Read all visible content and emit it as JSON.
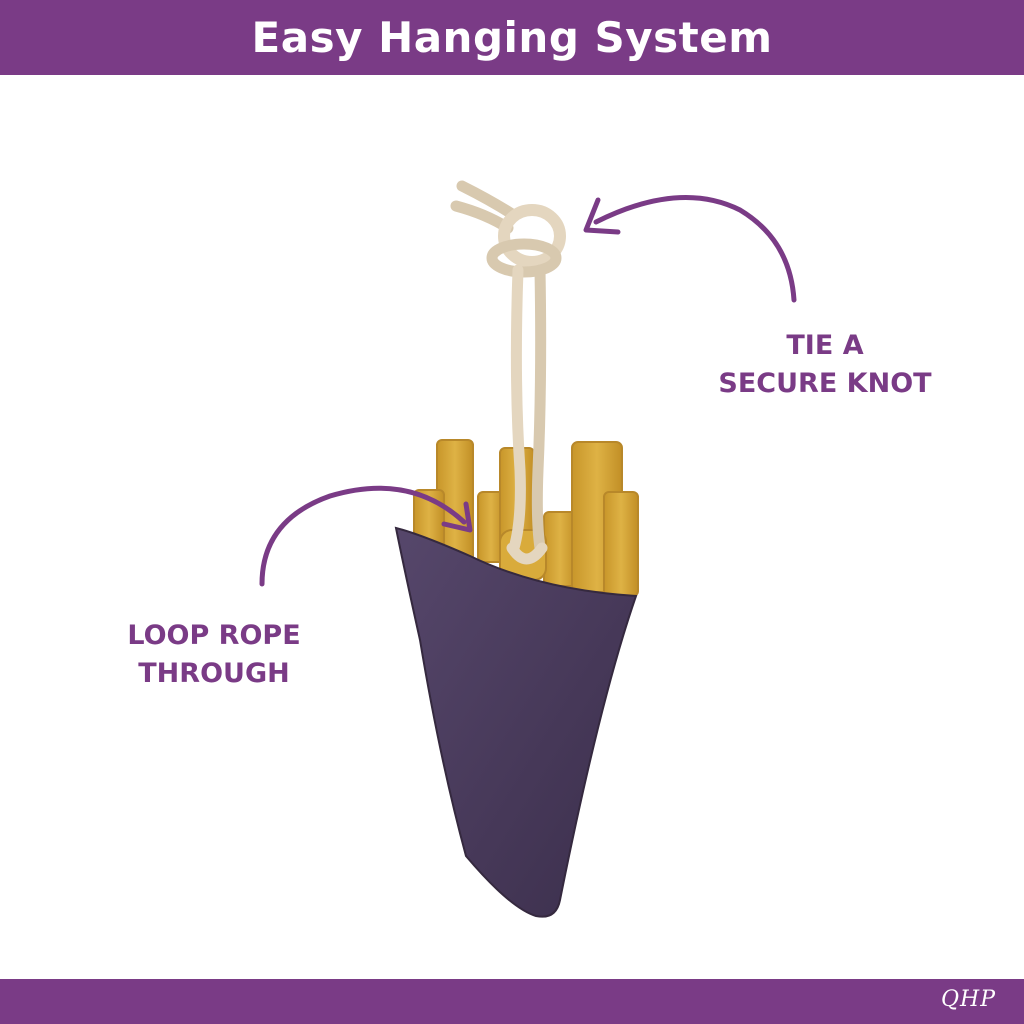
{
  "header": {
    "title": "Easy Hanging System"
  },
  "callouts": {
    "knot": {
      "line1": "TIE A",
      "line2": "SECURE KNOT"
    },
    "loop": {
      "line1": "LOOP ROPE",
      "line2": "THROUGH"
    }
  },
  "footer": {
    "logo": "QHP"
  },
  "colors": {
    "brand_purple": "#7a3b86",
    "cone_purple": "#4a3a5e",
    "fries_mustard": "#d4a634",
    "rope_cream": "#e4d6bf"
  }
}
